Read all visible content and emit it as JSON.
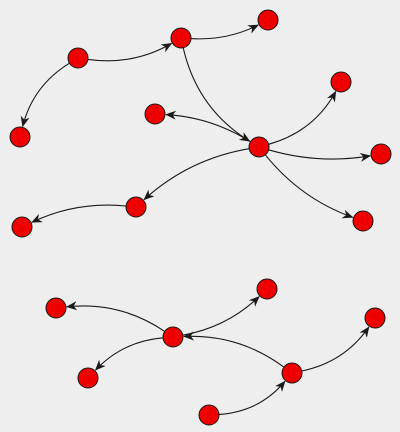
{
  "graph": {
    "colors": {
      "background": "#eeeeee",
      "node_fill": "#ee0000",
      "stroke": "#1a1a1a"
    },
    "nodes": [
      {
        "id": "n1"
      },
      {
        "id": "n2"
      },
      {
        "id": "n3"
      },
      {
        "id": "n4"
      },
      {
        "id": "n5"
      },
      {
        "id": "n6"
      },
      {
        "id": "n7"
      },
      {
        "id": "n8"
      },
      {
        "id": "n9"
      },
      {
        "id": "n10"
      },
      {
        "id": "n11"
      },
      {
        "id": "n12"
      },
      {
        "id": "n13"
      },
      {
        "id": "n14"
      },
      {
        "id": "n15"
      },
      {
        "id": "n16"
      },
      {
        "id": "n17"
      },
      {
        "id": "n18"
      },
      {
        "id": "n19"
      },
      {
        "id": "n20"
      }
    ],
    "edges": [
      {
        "from": "n1",
        "to": "n2"
      },
      {
        "from": "n1",
        "to": "n3"
      },
      {
        "from": "n2",
        "to": "n4"
      },
      {
        "from": "n2",
        "to": "n5"
      },
      {
        "from": "n5",
        "to": "n6"
      },
      {
        "from": "n5",
        "to": "n7"
      },
      {
        "from": "n5",
        "to": "n8"
      },
      {
        "from": "n5",
        "to": "n9"
      },
      {
        "from": "n5",
        "to": "n10"
      },
      {
        "from": "n10",
        "to": "n11"
      },
      {
        "from": "n14",
        "to": "n12"
      },
      {
        "from": "n14",
        "to": "n13"
      },
      {
        "from": "n14",
        "to": "n15"
      },
      {
        "from": "n17",
        "to": "n14"
      },
      {
        "from": "n17",
        "to": "n18"
      },
      {
        "from": "n19",
        "to": "n17"
      }
    ]
  }
}
